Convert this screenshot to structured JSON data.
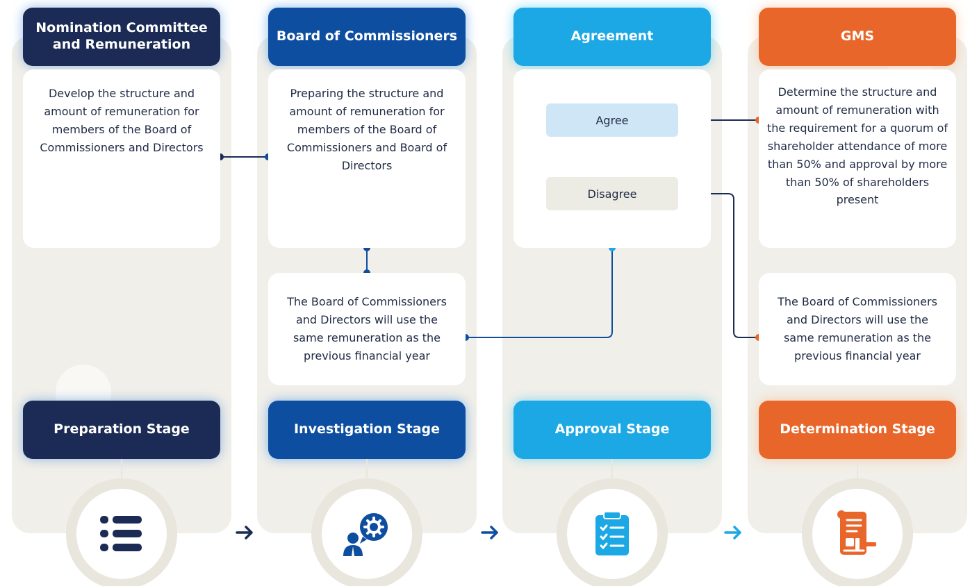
{
  "columns": [
    {
      "header": "Nomination Committee and Remuneration",
      "top_text": "Develop the structure and amount of remuneration for members of the Board of Commissioners and Directors",
      "stage": "Preparation Stage",
      "icon": "list-icon",
      "color": "#1c2b55"
    },
    {
      "header": "Board of Commissioners",
      "top_text": "Preparing the structure and amount of remuneration for members of the Board of Commissioners and Board of Directors",
      "mid_text": "The Board of Commissioners and Directors will use the same remuneration as the previous financial year",
      "stage": "Investigation Stage",
      "icon": "person-gear-icon",
      "color": "#0d4ea0"
    },
    {
      "header": "Agreement",
      "options": [
        "Agree",
        "Disagree"
      ],
      "stage": "Approval Stage",
      "icon": "clipboard-checklist-icon",
      "color": "#1ba8e4"
    },
    {
      "header": "GMS",
      "top_text": "Determine the structure and amount of remuneration with the requirement for a quorum of shareholder attendance of more than 50% and approval by more than 50% of shareholders present",
      "mid_text": "The Board of Commissioners and Directors will use the same remuneration as the previous financial year",
      "stage": "Determination Stage",
      "icon": "scroll-document-icon",
      "color": "#e8662a"
    }
  ],
  "arrow_icon": "arrow-right-icon"
}
